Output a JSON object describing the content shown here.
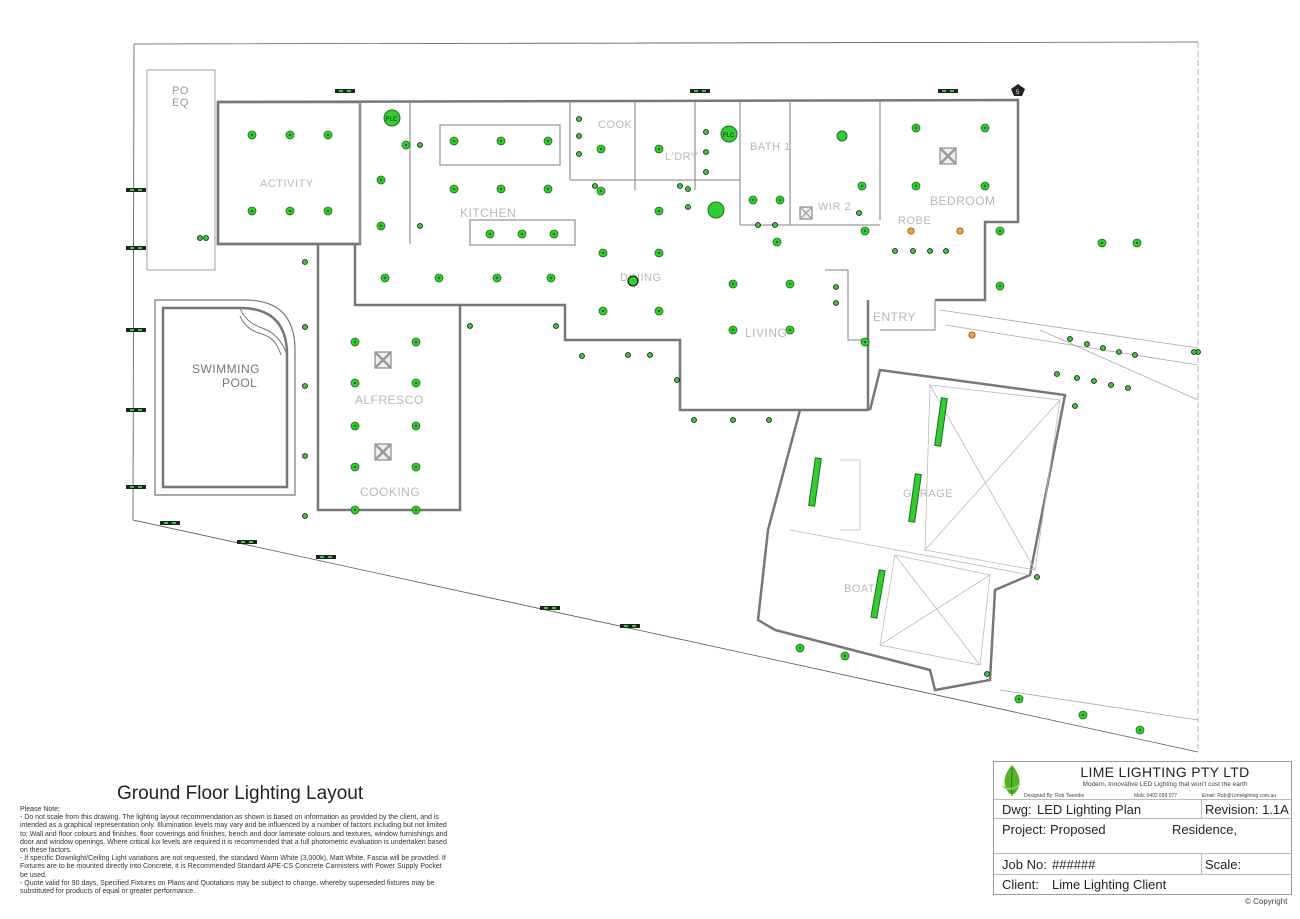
{
  "drawing": {
    "title": "Ground Floor Lighting Layout",
    "rooms": {
      "activity": "ACTIVITY",
      "kitchen": "KITCHEN",
      "dining": "DINING",
      "living": "LIVING",
      "bedroom": "BEDROOM",
      "entry": "ENTRY",
      "alfresco": "ALFRESCO",
      "cooking": "COOKING",
      "swimming_pool": "SWIMMING",
      "swimming_pool_2": "POOL",
      "garage": "GARAGE",
      "boat": "BOAT",
      "bath": "BATH 1",
      "laundry": "L'DRY",
      "cook": "COOK",
      "pool_equip": "PO",
      "pool_equip_2": "EQ",
      "wir": "WIR 2",
      "robe": "ROBE"
    },
    "fixture_labels": {
      "fluoro_a": "FLC",
      "fluoro_b": "FLC",
      "door_tag": "5"
    }
  },
  "notes": {
    "heading": "Please Note:",
    "items": [
      "- Do not scale from this drawing. The lighting layout recommendation as shown is based on information as provided by the client, and is intended as a graphical representation only. Illumination levels may vary and be influenced by a number of factors including but not limited to: Wall and floor colours and finishes, floor coverings and finishes, bench and door laminate colours and textures, window furnishings and door and window openings. Where critical lux levels are required it is recommended that a full photometric evaluation is undertaken based on these factors.",
      "- If specific Downlight/Ceiling Light variations are not requested, the standard Warm White (3,000k), Matt White, Fascia will be provided. If Fixtures are to be mounted directly into Concrete, it is Recommended Standard APE-CS Concrete Cannisters with Power Supply Pocket be used.",
      "- Quote valid for 90 days, Specified Fixtures on Plans and Quotations may be subject to change, whereby superseded fixtures may be substituted for products of equal or greater performance."
    ]
  },
  "title_block": {
    "company": "LIME LIGHTING PTY LTD",
    "tagline": "Modern, Innovative LED Lighting that won't cost the earth",
    "designed_by": "Designed By:  Rob Tweedie",
    "mobile": "Mob: 0402 699 077",
    "email": "Email: Rob@Limelighting.com.au",
    "dwg_label": "Dwg:",
    "dwg_value": "LED Lighting Plan",
    "revision": "Revision: 1.1A",
    "project_label": "Project:",
    "project_value": "Proposed",
    "project_value_2": "Residence,",
    "job_label": "Job No:",
    "job_value": "######",
    "scale_label": "Scale:",
    "client_label": "Client:",
    "client_value": "Lime Lighting Client"
  },
  "copyright": "© Copyright",
  "colors": {
    "downlight": "#33cc33",
    "downlight_stroke": "#1a6e1a",
    "amber_light": "#f0a040",
    "wall": "#777777",
    "leaf": "#57b42a"
  }
}
